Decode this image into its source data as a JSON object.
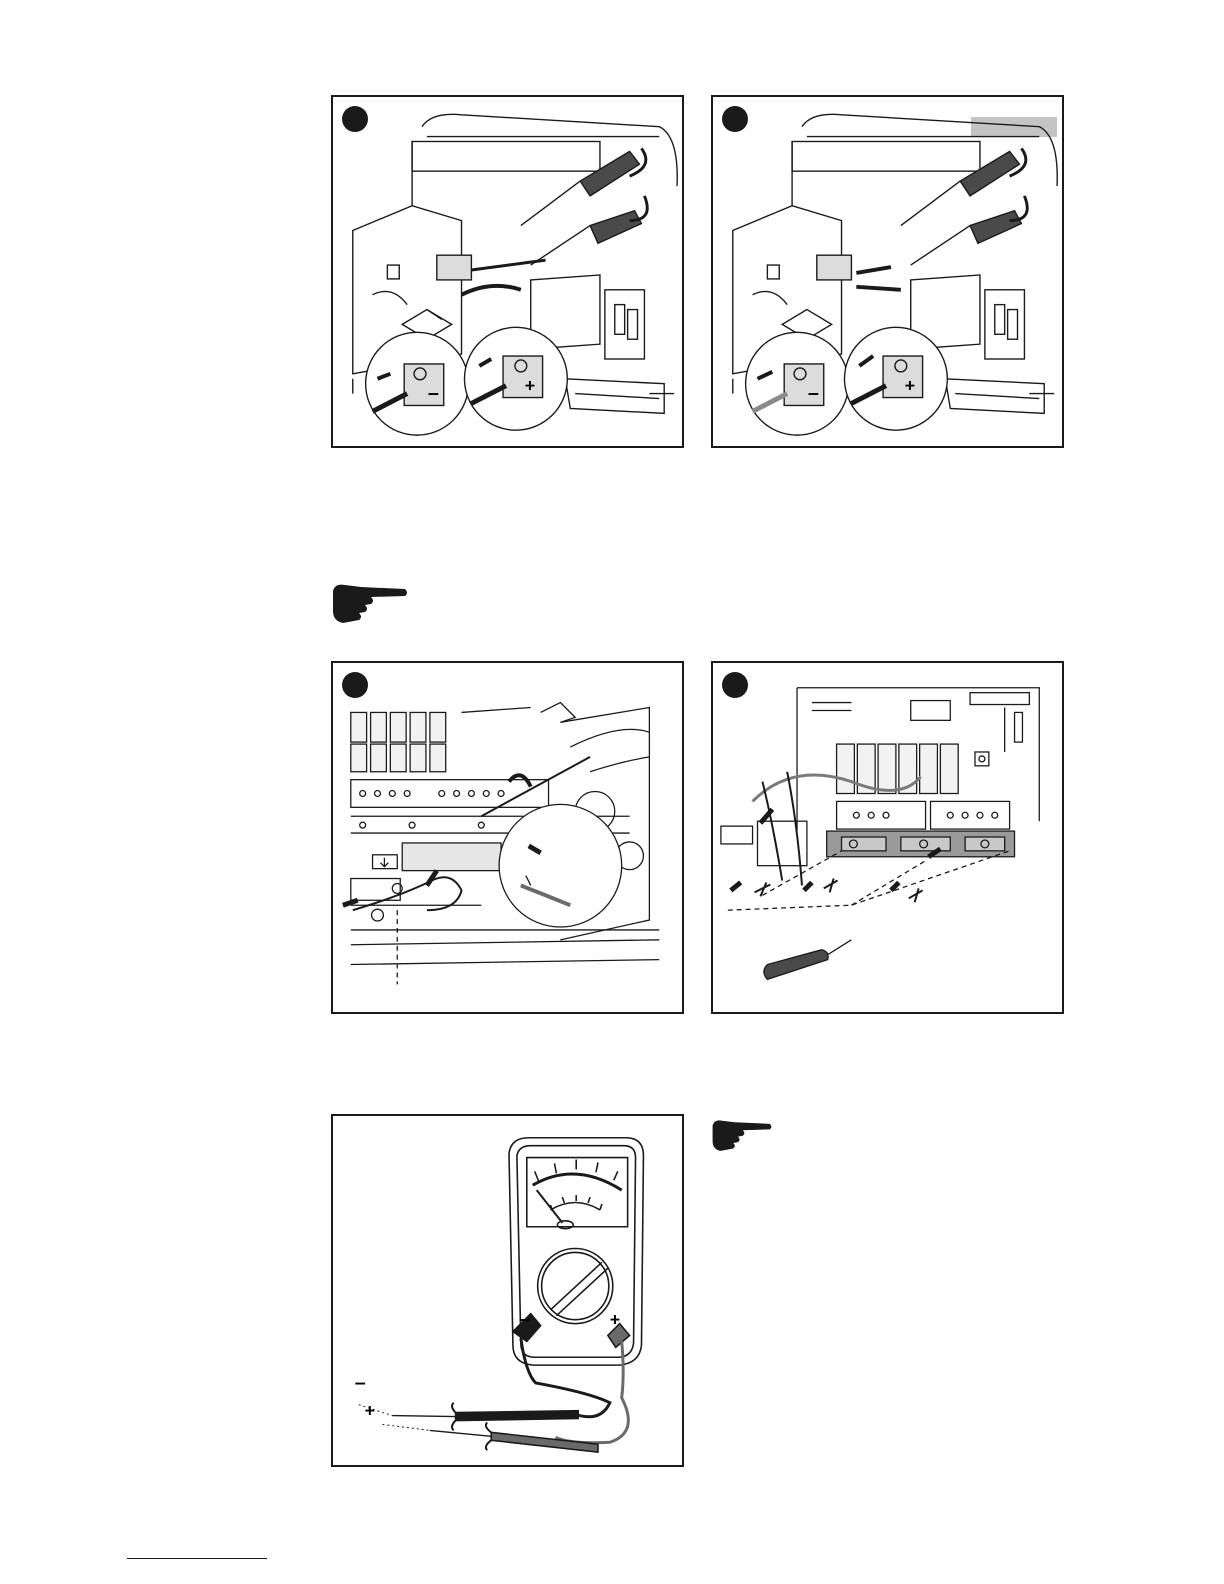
{
  "figures": [
    {
      "id": "fig1",
      "marks": [
        "–",
        "+"
      ]
    },
    {
      "id": "fig2",
      "marks": [
        "–",
        "+"
      ]
    },
    {
      "id": "fig3",
      "marks": []
    },
    {
      "id": "fig4",
      "marks": []
    },
    {
      "id": "fig5",
      "marks": [
        "–",
        "+",
        "–",
        "+"
      ]
    }
  ],
  "icons": {
    "note_hand": "pointing-hand-icon",
    "step_marker": "step-number-dot-icon"
  },
  "colors": {
    "line": "#1a1a1a",
    "gray_tag": "#c4c4c4",
    "background": "#ffffff"
  }
}
